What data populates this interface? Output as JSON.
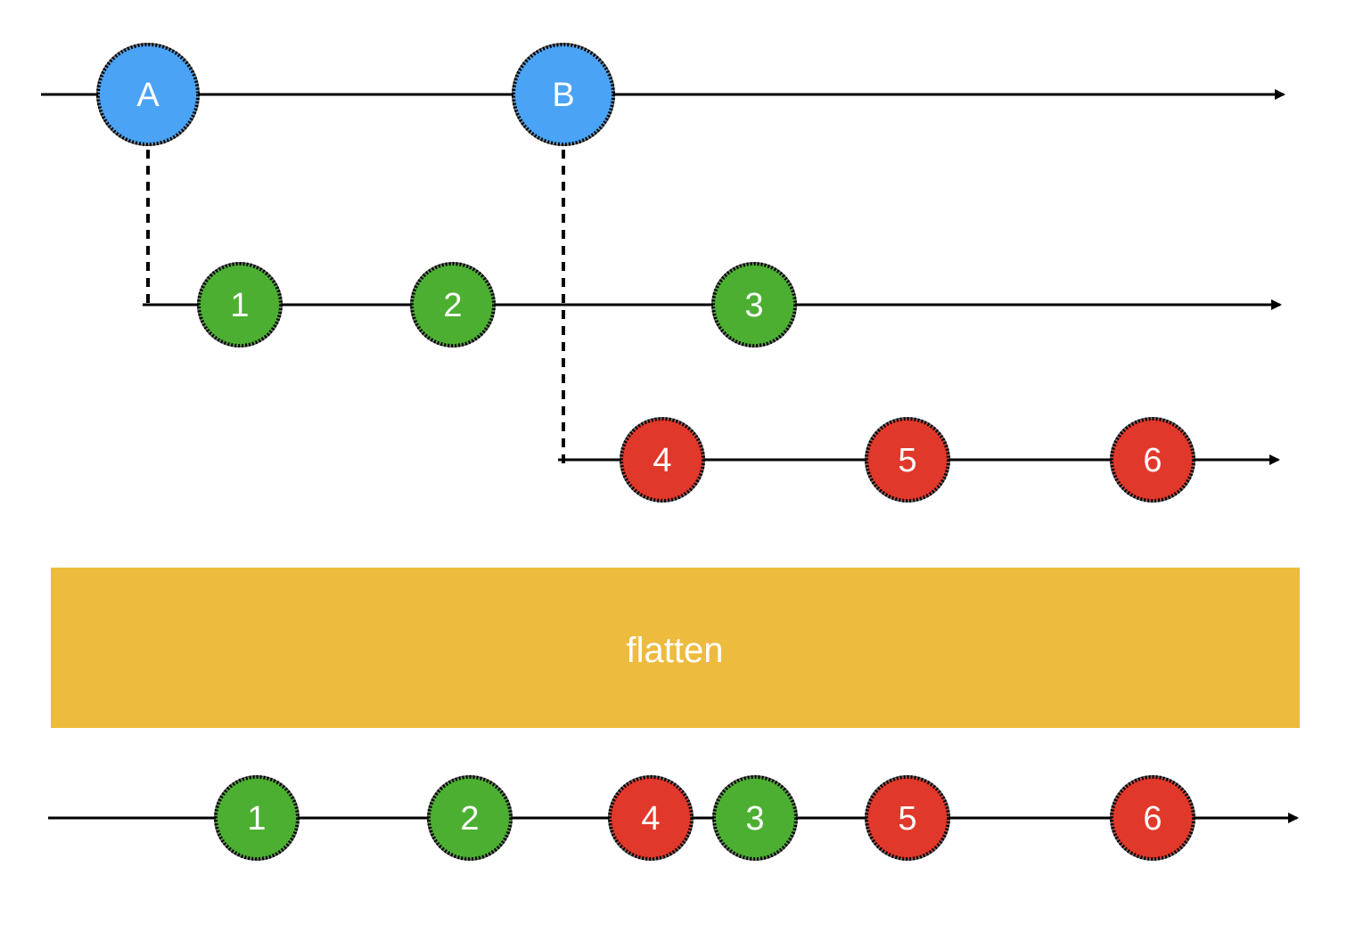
{
  "colors": {
    "blue": "#4aa3f5",
    "green": "#4caf32",
    "red": "#e0382a",
    "operator": "#edbb3e"
  },
  "source_stream": {
    "marbles": [
      {
        "label": "A",
        "color": "blue"
      },
      {
        "label": "B",
        "color": "blue"
      }
    ]
  },
  "inner_stream_a": {
    "marbles": [
      {
        "label": "1",
        "color": "green"
      },
      {
        "label": "2",
        "color": "green"
      },
      {
        "label": "3",
        "color": "green"
      }
    ]
  },
  "inner_stream_b": {
    "marbles": [
      {
        "label": "4",
        "color": "red"
      },
      {
        "label": "5",
        "color": "red"
      },
      {
        "label": "6",
        "color": "red"
      }
    ]
  },
  "operator": {
    "label": "flatten"
  },
  "output_stream": {
    "marbles": [
      {
        "label": "1",
        "color": "green"
      },
      {
        "label": "2",
        "color": "green"
      },
      {
        "label": "4",
        "color": "red"
      },
      {
        "label": "3",
        "color": "green"
      },
      {
        "label": "5",
        "color": "red"
      },
      {
        "label": "6",
        "color": "red"
      }
    ]
  }
}
